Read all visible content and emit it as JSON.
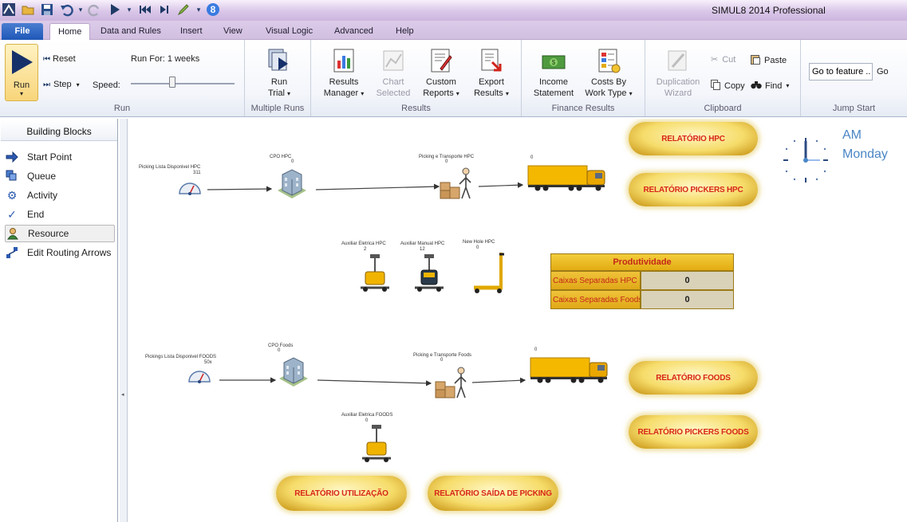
{
  "app": {
    "title": "SIMUL8 2014 Professional"
  },
  "quick_access": {
    "icons": [
      "app-logo-icon",
      "open-icon",
      "save-icon",
      "undo-icon",
      "redo-icon",
      "run-icon",
      "rewind-icon",
      "step-icon",
      "pencil-icon",
      "help-icon"
    ],
    "help_label": "8"
  },
  "tabs": [
    {
      "label": "File"
    },
    {
      "label": "Home"
    },
    {
      "label": "Data and Rules"
    },
    {
      "label": "Insert"
    },
    {
      "label": "View"
    },
    {
      "label": "Visual Logic"
    },
    {
      "label": "Advanced"
    },
    {
      "label": "Help"
    }
  ],
  "ribbon": {
    "run_group": {
      "run_label": "Run",
      "reset_label": "Reset",
      "step_label": "Step",
      "run_for_label": "Run For: 1 weeks",
      "speed_label": "Speed:",
      "speed_level": 0.4,
      "group_label": "Run"
    },
    "multiple_runs": {
      "btn_line1": "Run",
      "btn_line2": "Trial",
      "group_label": "Multiple Runs"
    },
    "results": {
      "manager_line1": "Results",
      "manager_line2": "Manager",
      "chart_line1": "Chart",
      "chart_line2": "Selected",
      "custom_line1": "Custom",
      "custom_line2": "Reports",
      "export_line1": "Export",
      "export_line2": "Results",
      "group_label": "Results"
    },
    "finance": {
      "income_line1": "Income",
      "income_line2": "Statement",
      "costs_line1": "Costs By",
      "costs_line2": "Work Type",
      "group_label": "Finance Results"
    },
    "clipboard": {
      "dup_line1": "Duplication",
      "dup_line2": "Wizard",
      "cut": "Cut",
      "copy": "Copy",
      "paste": "Paste",
      "find": "Find",
      "group_label": "Clipboard"
    },
    "jump": {
      "input_value": "Go to feature ..",
      "go": "Go",
      "group_label": "Jump Start"
    }
  },
  "building_blocks": {
    "header": "Building Blocks",
    "items": [
      {
        "label": "Start Point",
        "icon": "arrow-right-icon"
      },
      {
        "label": "Queue",
        "icon": "queue-icon"
      },
      {
        "label": "Activity",
        "icon": "gear-icon"
      },
      {
        "label": "End",
        "icon": "checkmark-icon"
      },
      {
        "label": "Resource",
        "icon": "person-icon"
      },
      {
        "label": "Edit Routing Arrows",
        "icon": "routing-icon"
      }
    ]
  },
  "canvas": {
    "hpc": {
      "start_label": "Picking Lista Disponivel HPC",
      "start_count": "311",
      "queue_label": "CPO HPC",
      "queue_count": "0",
      "activity_label": "Picking e Transporte HPC",
      "activity_count": "0",
      "end_count": "0"
    },
    "resources": [
      {
        "label": "Auxiliar Eletrica HPC",
        "count": "2"
      },
      {
        "label": "Auxiliar Manual HPC",
        "count": "12"
      },
      {
        "label": "New Hole HPC",
        "count": "0"
      }
    ],
    "foods": {
      "start_label": "Pickings Lista Disponivel FOODS",
      "start_count": "50x",
      "queue_label": "CPO Foods",
      "queue_count": "0",
      "activity_label": "Picking e Transporte Foods",
      "activity_count": "0",
      "end_count": "0",
      "resource_label": "Auxiliar Eletrica FOODS",
      "resource_count": "0"
    },
    "buttons": {
      "relatorio_hpc": "RELATÓRIO HPC",
      "relatorio_pickers_hpc": "RELATÓRIO PICKERS HPC",
      "relatorio_foods": "RELATÓRIO FOODS",
      "relatorio_pickers_foods": "RELATÓRIO PICKERS FOODS",
      "relatorio_utilizacao": "RELATÓRIO UTILIZAÇÃO",
      "relatorio_saida": "RELATÓRIO SAÍDA DE PICKING"
    },
    "produtividade": {
      "title": "Produtividade",
      "rows": [
        {
          "label": "Caixas Separadas HPC",
          "value": "0"
        },
        {
          "label": "Caixas Separadas Foods",
          "value": "0"
        }
      ]
    },
    "clock": {
      "ampm": "AM",
      "day": "Monday"
    }
  },
  "colors": {
    "accent": "#1f57b8",
    "button_text": "#d8261a",
    "gold": "#e3ab12",
    "clock": "#4a86c5"
  }
}
